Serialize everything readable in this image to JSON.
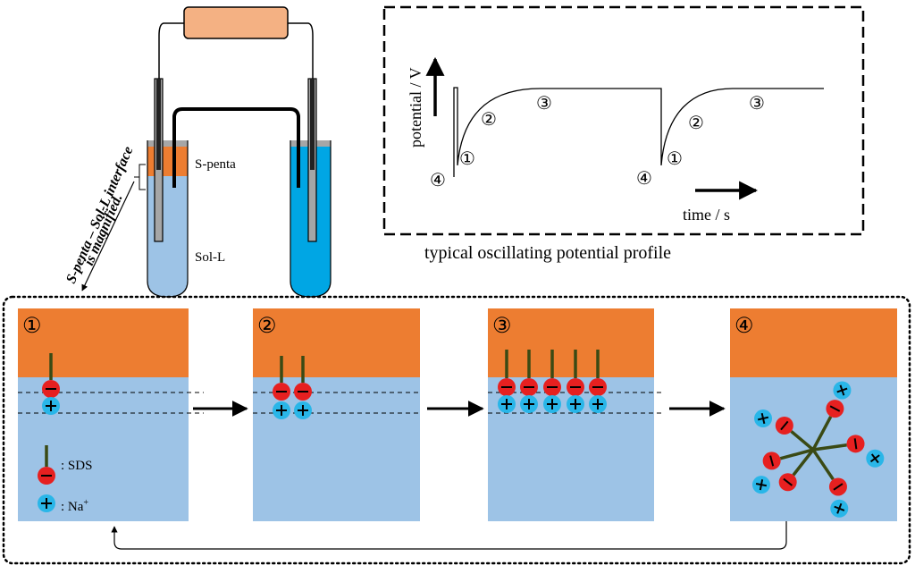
{
  "colors": {
    "oil_orange": "#ed7d31",
    "water_light_blue": "#9dc3e6",
    "water_bright_blue": "#00a6e4",
    "sds_head_red": "#e62020",
    "sds_tail_green": "#3a4a14",
    "na_blue": "#29b6e8",
    "power_source": "#f4b183",
    "cap_gray": "#a6a6a6"
  },
  "apparatus": {
    "oil_label": "S-penta",
    "aqueous_label": "Sol-L",
    "interface_note_line1": "S-penta – Sol-L interface",
    "interface_note_line2": "is magnified."
  },
  "profile": {
    "caption": "typical oscillating potential profile",
    "ylabel": "potential / V",
    "xlabel": "time / s",
    "stage_markers": [
      "④",
      "①",
      "②",
      "③"
    ]
  },
  "panels": [
    {
      "number": "①",
      "state": "single adsorbed SDS"
    },
    {
      "number": "②",
      "state": "two adsorbed SDS"
    },
    {
      "number": "③",
      "state": "five adsorbed SDS"
    },
    {
      "number": "④",
      "state": "micelle-like aggregate in bulk"
    }
  ],
  "legend": {
    "sds_label": ": SDS",
    "na_label": ": Na",
    "na_superscript": "+"
  },
  "icons": [
    "power-source-icon",
    "test-tube-icon",
    "electrode-icon",
    "arrow-right-icon",
    "minus-sign-icon",
    "plus-sign-icon"
  ]
}
